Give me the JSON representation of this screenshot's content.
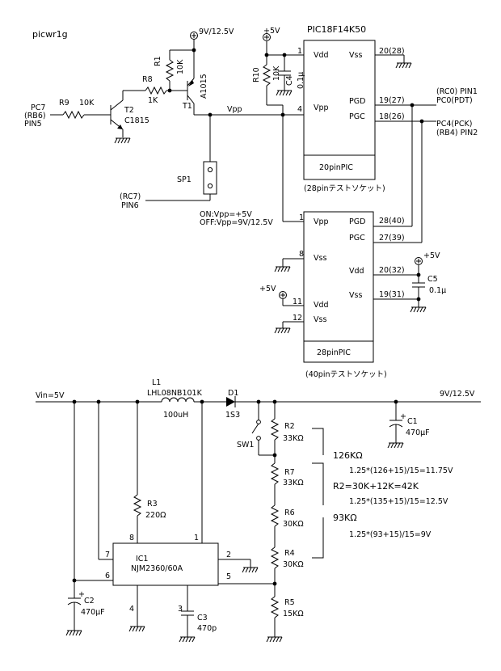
{
  "title": "picwr1g",
  "labels": {
    "t2_base_port": "PC7",
    "t2_base_alt": "(RB6)",
    "t2_base_pin": "PIN5",
    "r9_name": "R9",
    "r9_value": "10K",
    "t2_name": "T2",
    "t2_part": "C1815",
    "r8_name": "R8",
    "r8_value": "1K",
    "r1_name": "R1",
    "r1_value": "10K",
    "t1_name": "T1",
    "t1_part": "A1015",
    "vsupply": "9V/12.5V",
    "vpp_net": "Vpp",
    "plus5v": "+5V",
    "r10_name": "R10",
    "r10_value": "10K",
    "c4_name": "C4",
    "c4_value": "0.1μ",
    "pic_part": "PIC18F14K50",
    "sp1_name": "SP1",
    "sp1_port": "(RC7)",
    "sp1_pin": "PIN6",
    "sp_note_on": "ON:Vpp=+5V",
    "sp_note_off": "OFF:Vpp=9V/12.5V",
    "pgd_out_1": "(RC0) PIN1",
    "pgd_out_2": "PC0(PDT)",
    "pgc_out_1": "PC4(PCK)",
    "pgc_out_2": "(RB4) PIN2",
    "c5_name": "C5",
    "c5_value": "0.1μ",
    "vin": "Vin=5V",
    "l1_name": "L1",
    "l1_part": "LHL08NB101K",
    "l1_value": "100uH",
    "d1_name": "D1",
    "d1_part": "1S3",
    "vout": "9V/12.5V",
    "c1_name": "C1",
    "c1_value": "470μF",
    "r2_name": "R2",
    "r2_value": "33KΩ",
    "sw1_name": "SW1",
    "r7_name": "R7",
    "r7_value": "33KΩ",
    "r6_name": "R6",
    "r6_value": "30KΩ",
    "r4_name": "R4",
    "r4_value": "30KΩ",
    "r5_name": "R5",
    "r5_value": "15KΩ",
    "r3_name": "R3",
    "r3_value": "220Ω",
    "ic1_name": "IC1",
    "ic1_part": "NJM2360/60A",
    "c2_name": "C2",
    "c2_value": "470μF",
    "c3_name": "C3",
    "c3_value": "470p",
    "polarity_mark": "+"
  },
  "chip_20": {
    "name": "20pinPIC",
    "socket": "(28pinテストソケット)",
    "left_pins": [
      {
        "num": "1",
        "name": "Vdd"
      },
      {
        "num": "4",
        "name": "Vpp"
      }
    ],
    "right_pins": [
      {
        "num": "20(28)",
        "name": "Vss"
      },
      {
        "num": "19(27)",
        "name": "PGD"
      },
      {
        "num": "18(26)",
        "name": "PGC"
      }
    ]
  },
  "chip_28": {
    "name": "28pinPIC",
    "socket": "(40pinテストソケット)",
    "left_pins": [
      {
        "num": "1",
        "name": "Vpp"
      },
      {
        "num": "8",
        "name": "Vss"
      },
      {
        "num": "11",
        "name": "Vdd"
      },
      {
        "num": "12",
        "name": "Vss"
      }
    ],
    "right_pins": [
      {
        "num": "28(40)",
        "name": "PGD"
      },
      {
        "num": "27(39)",
        "name": "PGC"
      },
      {
        "num": "20(32)",
        "name": "Vdd"
      },
      {
        "num": "19(31)",
        "name": "Vss"
      }
    ]
  },
  "ic1_pins": [
    "8",
    "1",
    "7",
    "2",
    "6",
    "5",
    "4",
    "3"
  ],
  "notes": {
    "r_126": "126KΩ",
    "eq_1": "1.25*(126+15)/15=11.75V",
    "r2_eq": "R2=30K+12K=42K",
    "eq_2": "1.25*(135+15)/15=12.5V",
    "r_93": "93KΩ",
    "eq_3": "1.25*(93+15)/15=9V"
  }
}
